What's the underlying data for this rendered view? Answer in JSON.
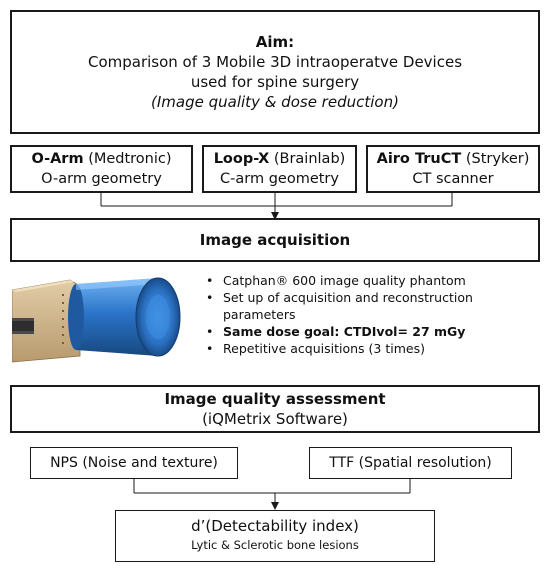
{
  "aim": {
    "title": "Aim:",
    "line1": "Comparison of 3 Mobile 3D intraoperatve Devices",
    "line2": "used for spine surgery",
    "line3": "(Image quality & dose reduction)"
  },
  "devices": [
    {
      "name": "O-Arm",
      "maker": "(Medtronic)",
      "geometry": "O-arm geometry"
    },
    {
      "name": "Loop-X",
      "maker": "(Brainlab)",
      "geometry": "C-arm geometry"
    },
    {
      "name": "Airo TruCT",
      "maker": "(Stryker)",
      "geometry": "CT scanner"
    }
  ],
  "acquisition": {
    "title": "Image acquisition"
  },
  "acquisition_steps": {
    "b1": "Catphan® 600 image quality phantom",
    "b2_line1": "Set up of acquisition and reconstruction",
    "b2_line2": "parameters",
    "b3": "Same dose goal: CTDIvol= 27 mGy",
    "b4": "Repetitive acquisitions (3 times)"
  },
  "assessment": {
    "title": "Image quality assessment",
    "subtitle": "(iQMetrix Software)"
  },
  "metrics": [
    {
      "label": "NPS (Noise and texture)"
    },
    {
      "label": "TTF (Spatial resolution)"
    }
  ],
  "detectability": {
    "title": "d’(Detectability index)",
    "subtitle": "Lytic & Sclerotic bone lesions"
  },
  "colors": {
    "border": "#1a1a1a",
    "phantom_blue": "#2b74c9",
    "case_wood": "#cdb48e"
  }
}
